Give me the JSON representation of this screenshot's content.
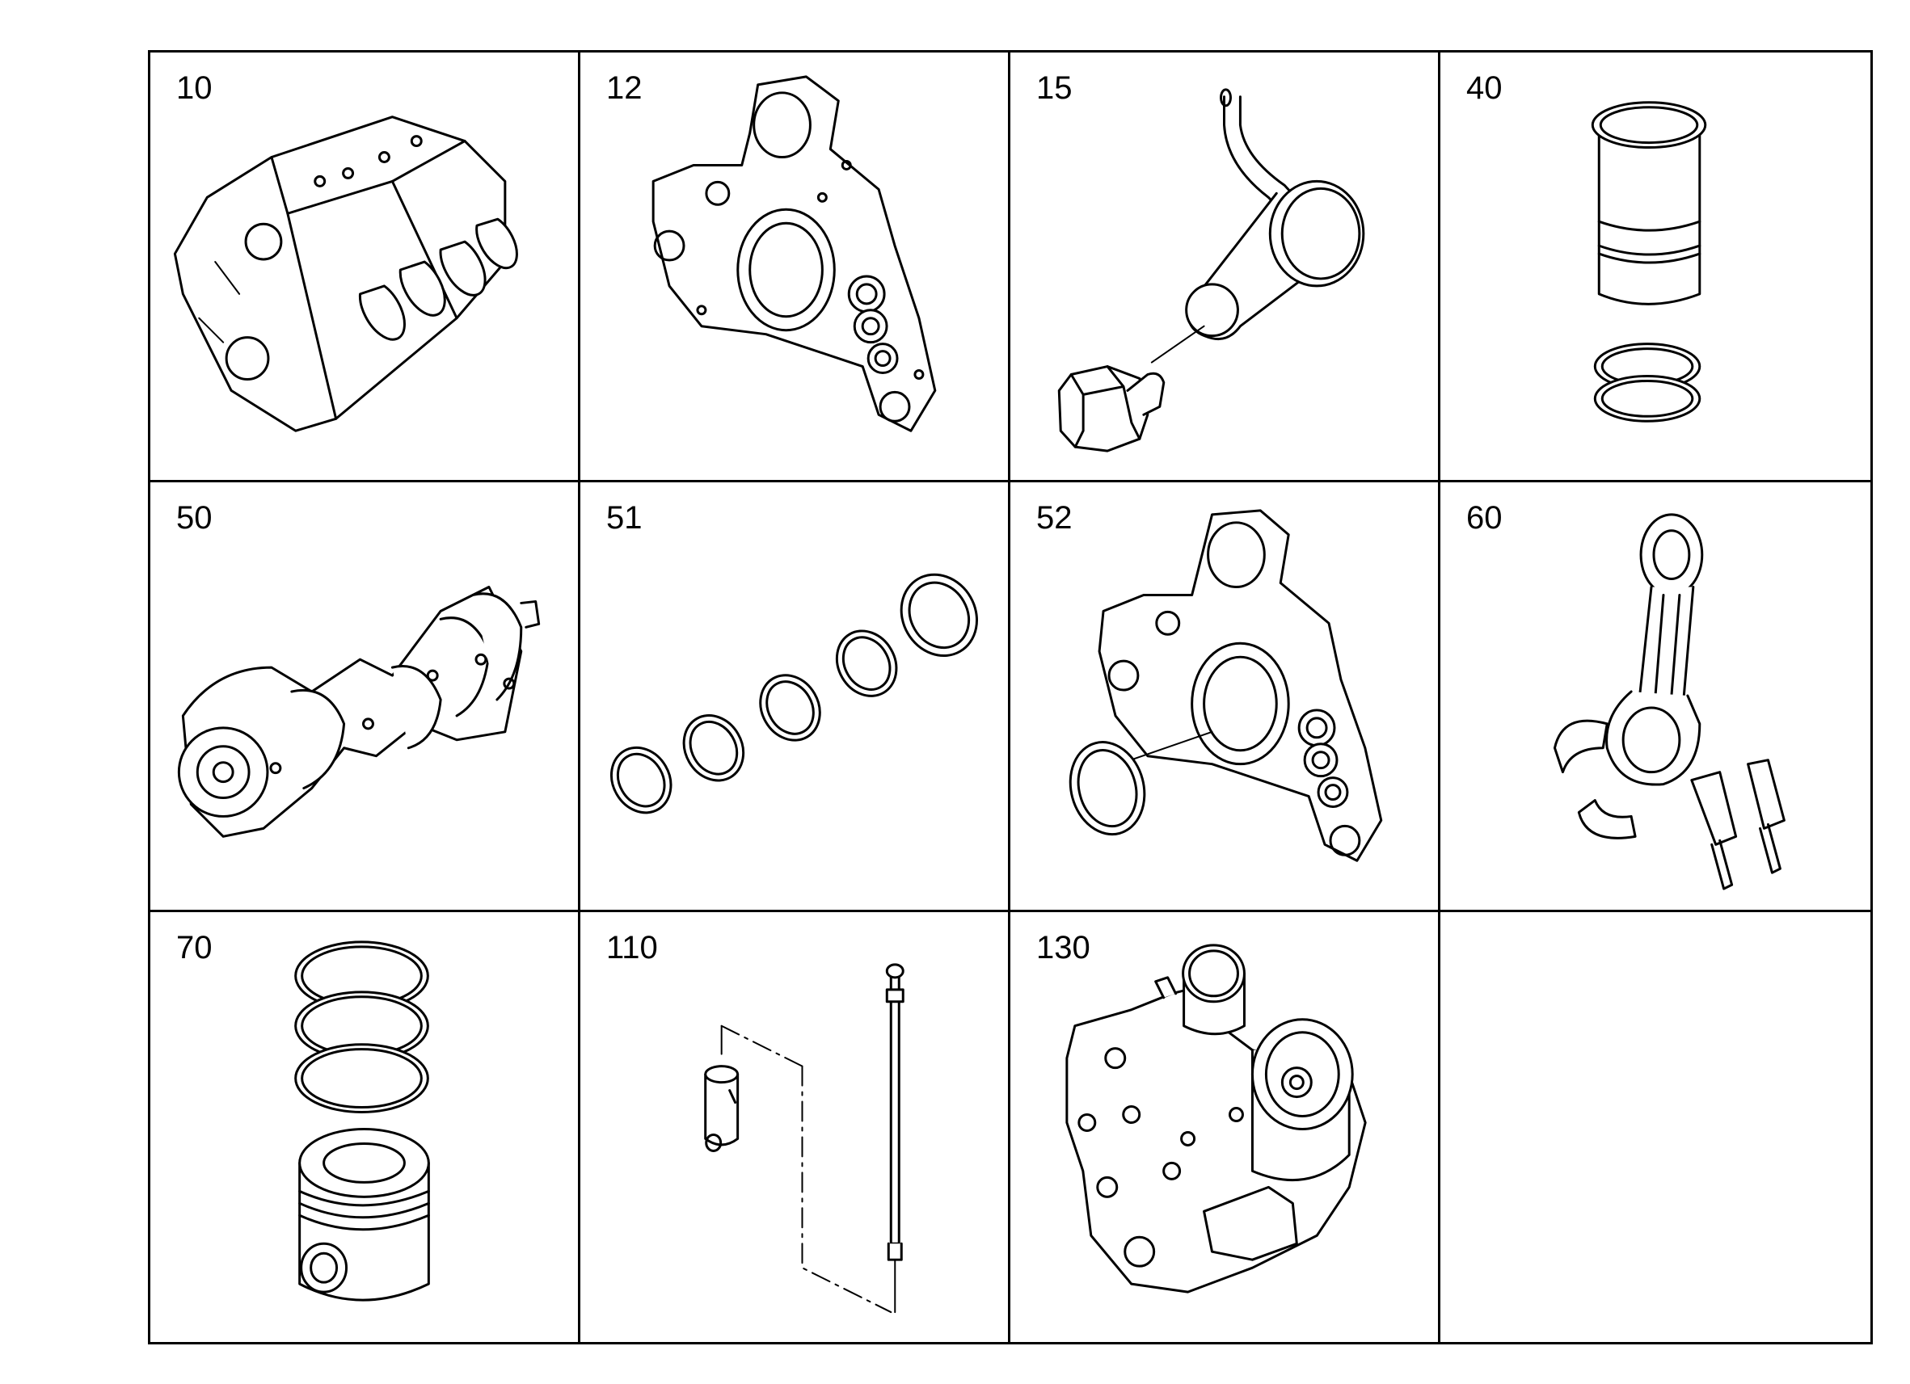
{
  "parts": [
    {
      "number": "10",
      "icon": "engine-block-icon"
    },
    {
      "number": "12",
      "icon": "timing-case-cover-icon"
    },
    {
      "number": "15",
      "icon": "oil-spray-nozzle-icon"
    },
    {
      "number": "40",
      "icon": "cylinder-liner-icon"
    },
    {
      "number": "50",
      "icon": "crankshaft-icon"
    },
    {
      "number": "51",
      "icon": "main-bearing-shells-icon"
    },
    {
      "number": "52",
      "icon": "crankcase-cover-with-seal-icon"
    },
    {
      "number": "60",
      "icon": "connecting-rod-icon"
    },
    {
      "number": "70",
      "icon": "piston-with-rings-icon"
    },
    {
      "number": "110",
      "icon": "tappet-and-push-rod-icon"
    },
    {
      "number": "130",
      "icon": "oil-filter-module-icon"
    },
    {
      "number": "",
      "icon": ""
    }
  ]
}
